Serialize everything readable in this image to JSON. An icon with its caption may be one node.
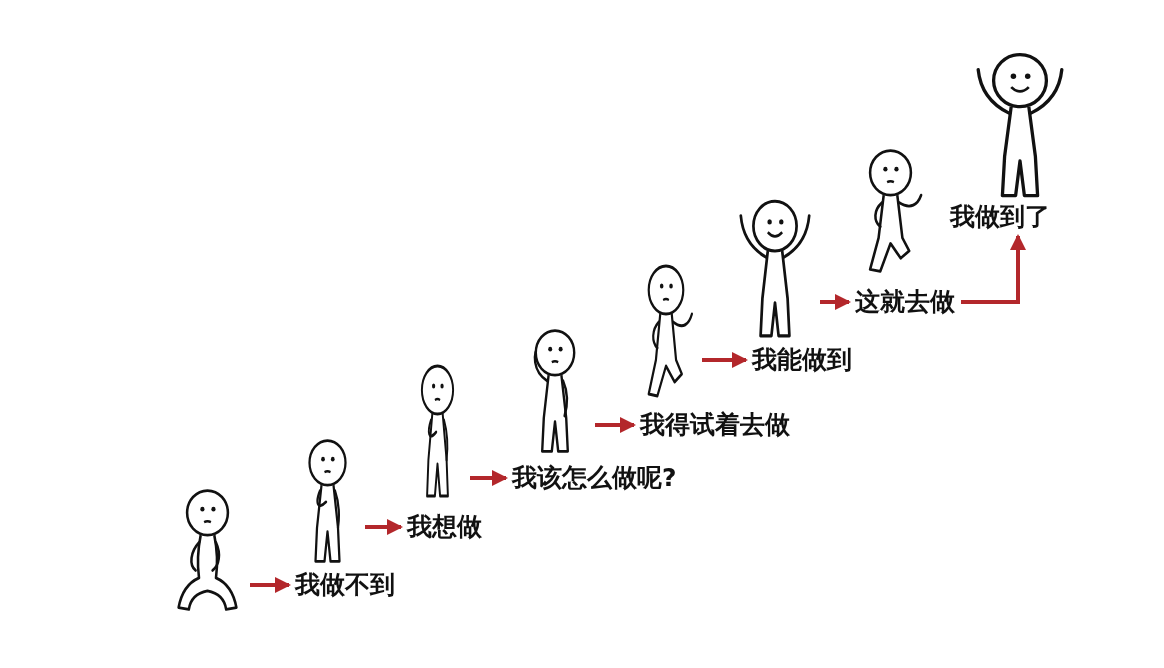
{
  "diagram": {
    "nodes": [
      {
        "text": [],
        "shape": "person"
      },
      {
        "text": [
          "我做不到"
        ]
      },
      {
        "text": [],
        "shape": "person"
      },
      {
        "text": [
          "我想做"
        ]
      },
      {
        "text": [],
        "shape": "person"
      },
      {
        "text": [
          "我该怎么做呢?"
        ]
      },
      {
        "text": [],
        "shape": "person"
      },
      {
        "text": [
          "我得试着去做"
        ]
      },
      {
        "text": [],
        "shape": "person"
      },
      {
        "text": [
          "我能做到"
        ]
      },
      {
        "text": [],
        "shape": "person"
      },
      {
        "text": [
          "这就去做"
        ]
      },
      {
        "text": [],
        "shape": "person"
      },
      {
        "text": [
          "我做到了"
        ]
      },
      {
        "text": [],
        "shape": "person"
      }
    ],
    "edges": [
      {
        "from": 0,
        "to": 1,
        "arrow": "to"
      },
      {
        "from": 2,
        "to": 3,
        "arrow": "to"
      },
      {
        "from": 4,
        "to": 5,
        "arrow": "to"
      },
      {
        "from": 6,
        "to": 7,
        "arrow": "to"
      },
      {
        "from": 8,
        "to": 9,
        "arrow": "to"
      },
      {
        "from": 10,
        "to": 11,
        "arrow": "to"
      },
      {
        "from": 11,
        "to": 13,
        "arrow": "to"
      }
    ]
  }
}
